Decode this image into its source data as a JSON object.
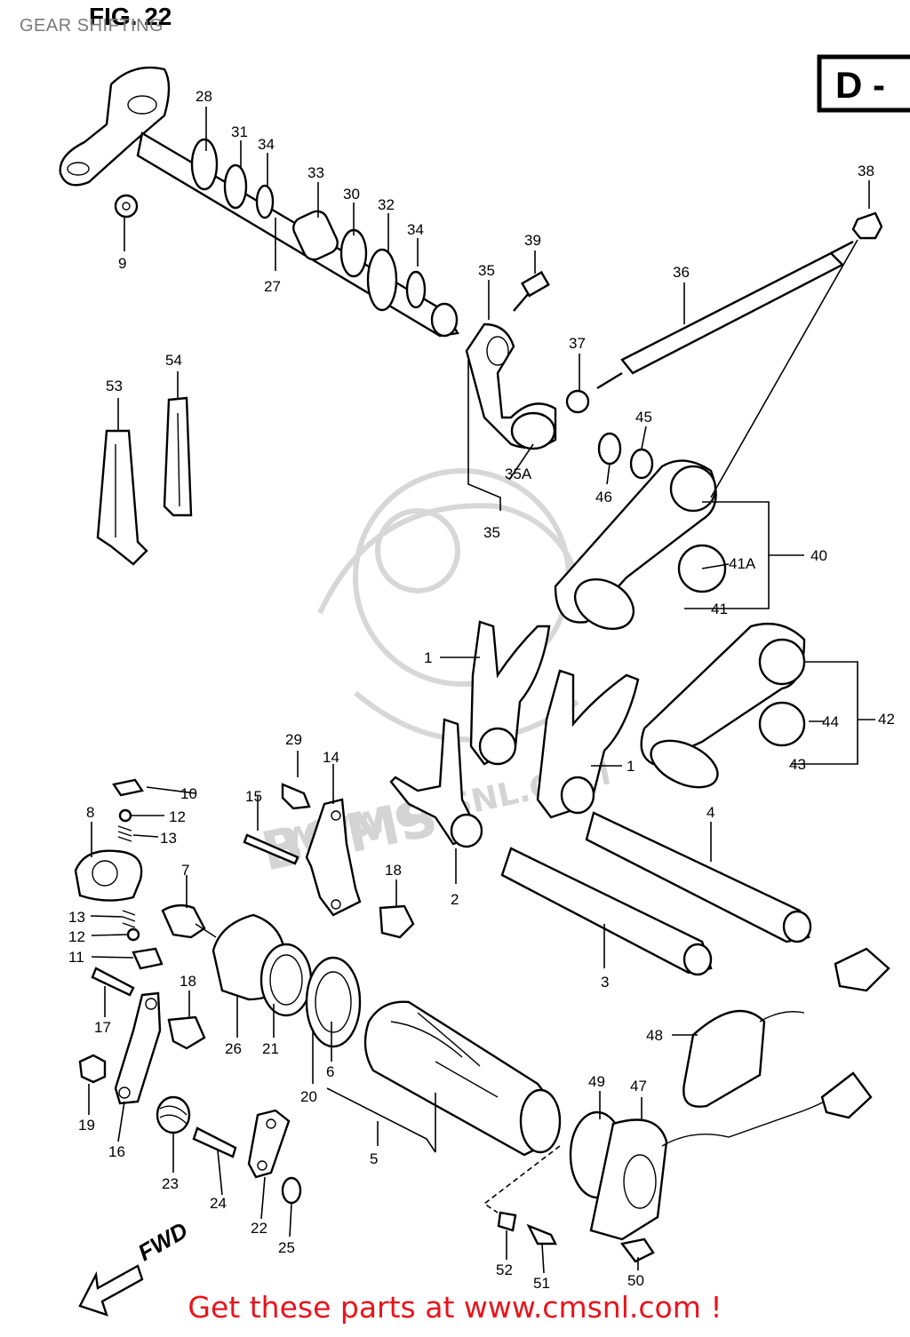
{
  "page": {
    "title": "GEAR SHIFTING",
    "figure_label": "FIG. 22",
    "region_code": "D -",
    "forward_label": "FWD",
    "watermark": "WWW.CMSNL.COM",
    "cta": "Get these parts at www.cmsnl.com !"
  },
  "callouts": [
    {
      "id": "p1a",
      "text": "1"
    },
    {
      "id": "p1b",
      "text": "1"
    },
    {
      "id": "p2",
      "text": "2"
    },
    {
      "id": "p3",
      "text": "3"
    },
    {
      "id": "p4",
      "text": "4"
    },
    {
      "id": "p5",
      "text": "5"
    },
    {
      "id": "p6",
      "text": "6"
    },
    {
      "id": "p7",
      "text": "7"
    },
    {
      "id": "p8",
      "text": "8"
    },
    {
      "id": "p9",
      "text": "9"
    },
    {
      "id": "p10",
      "text": "10"
    },
    {
      "id": "p11",
      "text": "11"
    },
    {
      "id": "p12a",
      "text": "12"
    },
    {
      "id": "p12b",
      "text": "12"
    },
    {
      "id": "p13a",
      "text": "13"
    },
    {
      "id": "p13b",
      "text": "13"
    },
    {
      "id": "p14",
      "text": "14"
    },
    {
      "id": "p15",
      "text": "15"
    },
    {
      "id": "p16",
      "text": "16"
    },
    {
      "id": "p17",
      "text": "17"
    },
    {
      "id": "p18a",
      "text": "18"
    },
    {
      "id": "p18b",
      "text": "18"
    },
    {
      "id": "p19",
      "text": "19"
    },
    {
      "id": "p20",
      "text": "20"
    },
    {
      "id": "p21",
      "text": "21"
    },
    {
      "id": "p22",
      "text": "22"
    },
    {
      "id": "p23",
      "text": "23"
    },
    {
      "id": "p24",
      "text": "24"
    },
    {
      "id": "p25",
      "text": "25"
    },
    {
      "id": "p26",
      "text": "26"
    },
    {
      "id": "p27",
      "text": "27"
    },
    {
      "id": "p28",
      "text": "28"
    },
    {
      "id": "p29",
      "text": "29"
    },
    {
      "id": "p30",
      "text": "30"
    },
    {
      "id": "p31",
      "text": "31"
    },
    {
      "id": "p32",
      "text": "32"
    },
    {
      "id": "p33",
      "text": "33"
    },
    {
      "id": "p34a",
      "text": "34"
    },
    {
      "id": "p34b",
      "text": "34"
    },
    {
      "id": "p35a",
      "text": "35"
    },
    {
      "id": "p35b",
      "text": "35"
    },
    {
      "id": "p35A",
      "text": "35A"
    },
    {
      "id": "p36",
      "text": "36"
    },
    {
      "id": "p37",
      "text": "37"
    },
    {
      "id": "p38",
      "text": "38"
    },
    {
      "id": "p39",
      "text": "39"
    },
    {
      "id": "p40",
      "text": "40"
    },
    {
      "id": "p41",
      "text": "41"
    },
    {
      "id": "p41A",
      "text": "41A"
    },
    {
      "id": "p42",
      "text": "42"
    },
    {
      "id": "p43",
      "text": "43"
    },
    {
      "id": "p44",
      "text": "44"
    },
    {
      "id": "p45",
      "text": "45"
    },
    {
      "id": "p46",
      "text": "46"
    },
    {
      "id": "p47",
      "text": "47"
    },
    {
      "id": "p48",
      "text": "48"
    },
    {
      "id": "p49",
      "text": "49"
    },
    {
      "id": "p50",
      "text": "50"
    },
    {
      "id": "p51",
      "text": "51"
    },
    {
      "id": "p52",
      "text": "52"
    },
    {
      "id": "p53",
      "text": "53"
    },
    {
      "id": "p54",
      "text": "54"
    }
  ]
}
